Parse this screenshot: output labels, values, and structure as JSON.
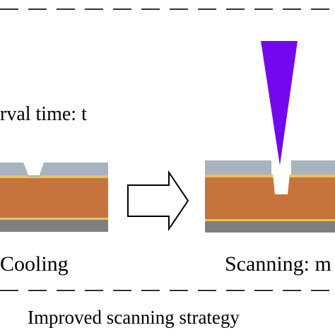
{
  "labels": {
    "interval": "rval time: t",
    "cooling": "Cooling",
    "scanning": "Scanning: m",
    "caption": "Improved scanning strategy"
  },
  "colors": {
    "top_layer": "#a7b3bd",
    "thin_line": "#e8c25f",
    "substrate": "#c6743c",
    "base_layer": "#7f7f7f",
    "laser_beam": "#7308ee",
    "arrow_fill": "#ffffff",
    "arrow_stroke": "#000000",
    "dashed_line": "#333333"
  },
  "icons": {
    "laser": "laser-beam-icon",
    "process_arrow": "right-arrow-icon"
  }
}
